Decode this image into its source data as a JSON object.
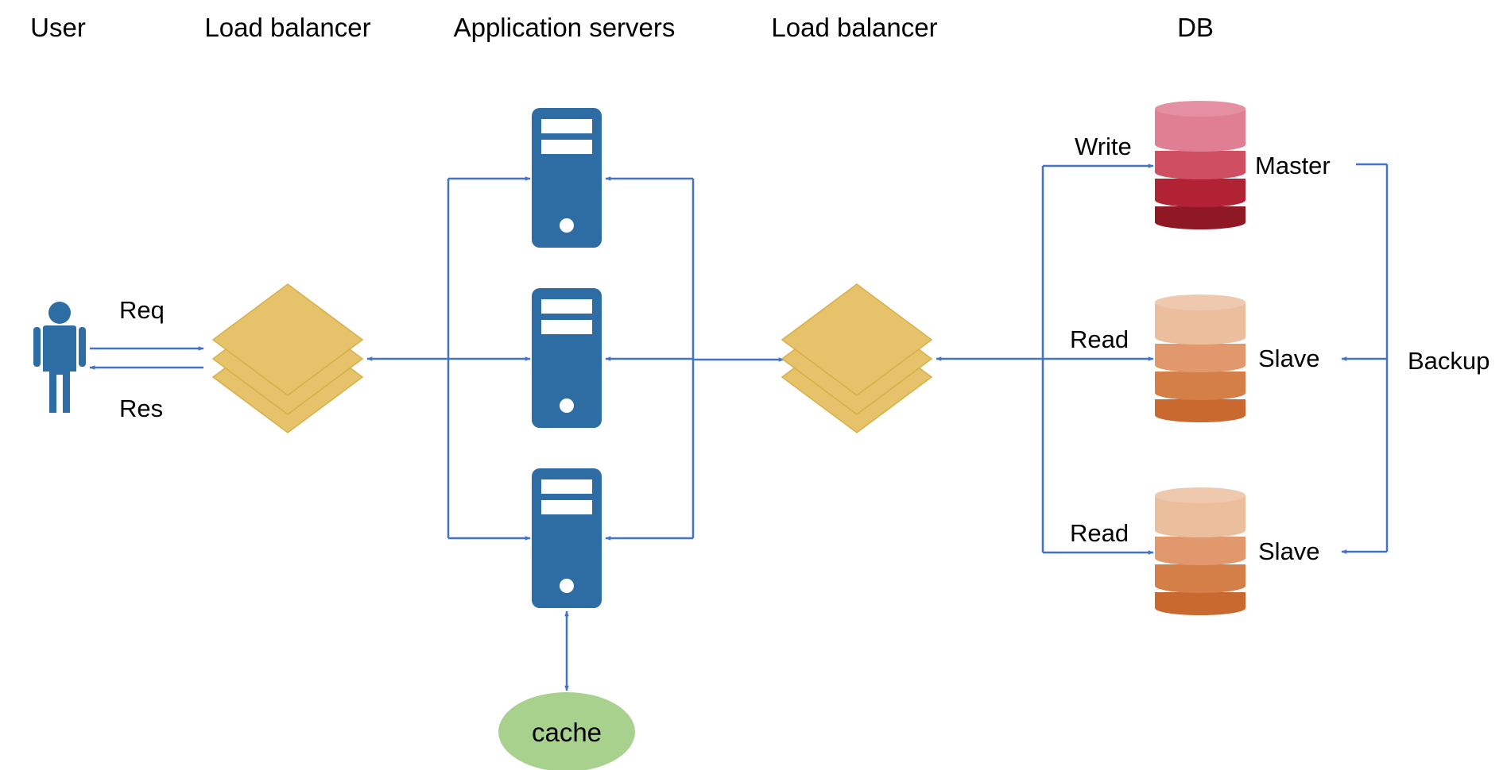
{
  "headers": {
    "user": "User",
    "lb1": "Load balancer",
    "app": "Application servers",
    "lb2": "Load balancer",
    "db": "DB"
  },
  "labels": {
    "req": "Req",
    "res": "Res",
    "write": "Write",
    "read1": "Read",
    "read2": "Read",
    "master": "Master",
    "slave1": "Slave",
    "slave2": "Slave",
    "backup": "Backup",
    "cache": "cache"
  },
  "colors": {
    "arrow": "#4472C4",
    "server": "#2E6DA4",
    "load_balancer": "#E6C36A",
    "cache": "#A9D18E",
    "master_db": [
      "#E07F94",
      "#CF4E62",
      "#B22235",
      "#8E1824"
    ],
    "slave_db": [
      "#EBBE9E",
      "#E0986C",
      "#D47F48",
      "#C9682F"
    ]
  }
}
